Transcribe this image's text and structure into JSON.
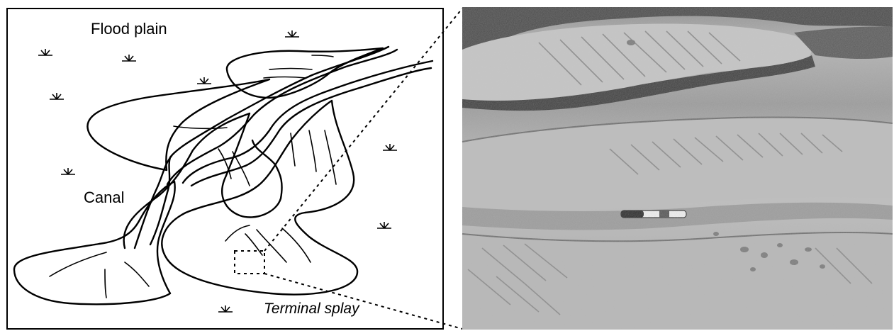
{
  "diagram": {
    "labels": {
      "flood_plain": "Flood plain",
      "canal": "Canal",
      "terminal_splay": "Terminal splay"
    }
  },
  "icons": {
    "vegetation": "grass-tuft-icon"
  },
  "colors": {
    "line": "#000000",
    "background": "#ffffff",
    "photo_tone": "#a9a9a9"
  }
}
